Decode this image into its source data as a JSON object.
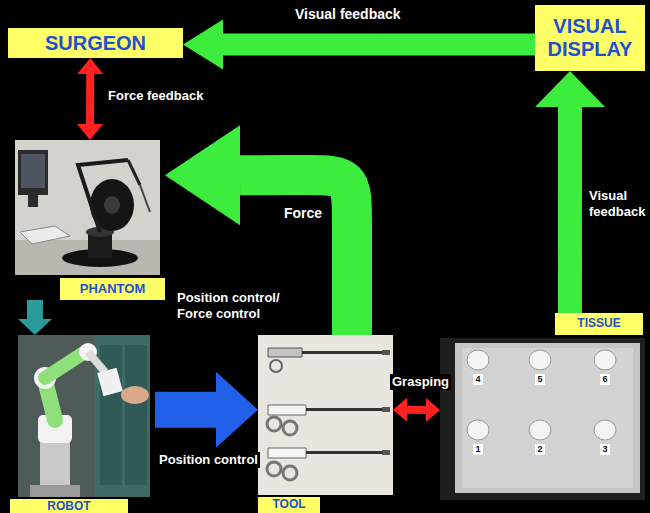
{
  "diagram": {
    "nodes": [
      {
        "text": [
          "SURGEON"
        ]
      },
      {
        "text": [
          "VISUAL DISPLAY"
        ]
      },
      {
        "text": [
          "PHANTOM"
        ]
      },
      {
        "text": [
          "ROBOT"
        ]
      },
      {
        "text": [
          "TOOL"
        ]
      },
      {
        "text": [
          "TISSUE"
        ]
      }
    ],
    "edges": [
      {
        "from": 1,
        "to": 0,
        "arrow": "to",
        "label": "Visual feedback"
      },
      {
        "from": 0,
        "to": 2,
        "arrow": "both",
        "label": "Force feedback"
      },
      {
        "from": 2,
        "to": 3,
        "arrow": "to",
        "label": "Position control/ Force control"
      },
      {
        "from": 3,
        "to": 4,
        "arrow": "to",
        "label": "Position control"
      },
      {
        "from": 4,
        "to": 2,
        "arrow": "to",
        "label": "Force"
      },
      {
        "from": 4,
        "to": 5,
        "arrow": "both",
        "label": "Grasping"
      },
      {
        "from": 5,
        "to": 1,
        "arrow": "to",
        "label": "Visual feedback"
      }
    ],
    "labels": [
      "4",
      "5",
      "6",
      "1",
      "2",
      "3"
    ]
  }
}
